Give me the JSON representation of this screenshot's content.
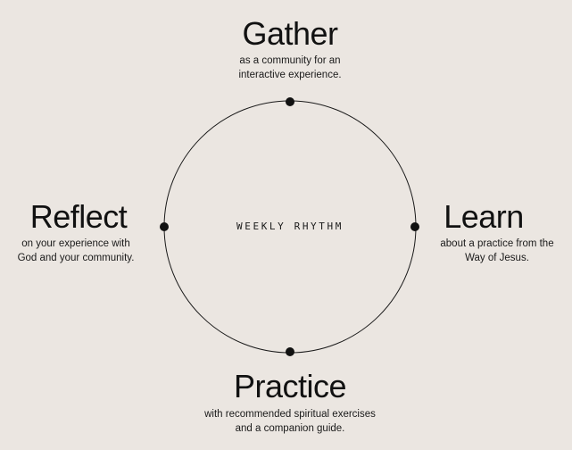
{
  "center_label": "WEEKLY RHYTHM",
  "nodes": {
    "gather": {
      "title": "Gather",
      "desc_lines": [
        "as a community for an",
        "interactive experience."
      ]
    },
    "learn": {
      "title": "Learn",
      "desc_lines": [
        "about a practice from the",
        "Way of Jesus."
      ]
    },
    "practice": {
      "title": "Practice",
      "desc_lines": [
        "with recommended spiritual exercises",
        "and a companion guide."
      ]
    },
    "reflect": {
      "title": "Reflect",
      "desc_lines": [
        "on your experience with",
        "God and your community."
      ]
    }
  },
  "colors": {
    "background": "#ebe6e1",
    "ink": "#111111"
  }
}
